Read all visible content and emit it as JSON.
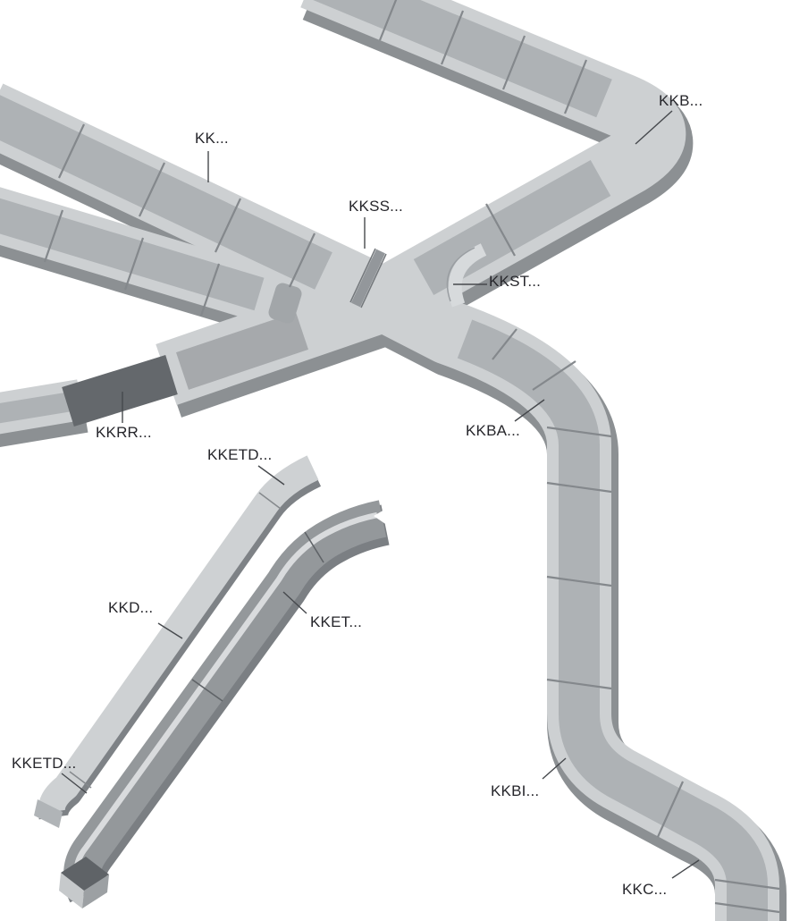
{
  "figure": {
    "description": "Isometric line-art illustration of a rectangular cable trunking (duct) system: straight runs, a crossing, flat and vertical bends, a reducer, cover strip and end pieces, each tagged with its part-series code",
    "background_color": "#ffffff",
    "label_text_color": "#26262b",
    "leader_line_color": "#46494d",
    "palette": {
      "duct_top_face": "#cdd0d2",
      "duct_interior": "#aeb2b5",
      "duct_side_shadow": "#8c9093",
      "reducer_dark": "#64686c",
      "channel_body": "#94989b",
      "channel_inner_stripe": "#d9dbdd",
      "cover_strip": "#ced1d3"
    }
  },
  "labels": {
    "kk": {
      "text": "KK..."
    },
    "kkb": {
      "text": "KKB..."
    },
    "kkss": {
      "text": "KKSS..."
    },
    "kkst": {
      "text": "KKST..."
    },
    "kkrr": {
      "text": "KKRR..."
    },
    "kkba": {
      "text": "KKBA..."
    },
    "kketd_top": {
      "text": "KKETD..."
    },
    "kkd": {
      "text": "KKD..."
    },
    "kket": {
      "text": "KKET..."
    },
    "kketd_bottom": {
      "text": "KKETD..."
    },
    "kkbi": {
      "text": "KKBI..."
    },
    "kkc": {
      "text": "KKC..."
    }
  }
}
